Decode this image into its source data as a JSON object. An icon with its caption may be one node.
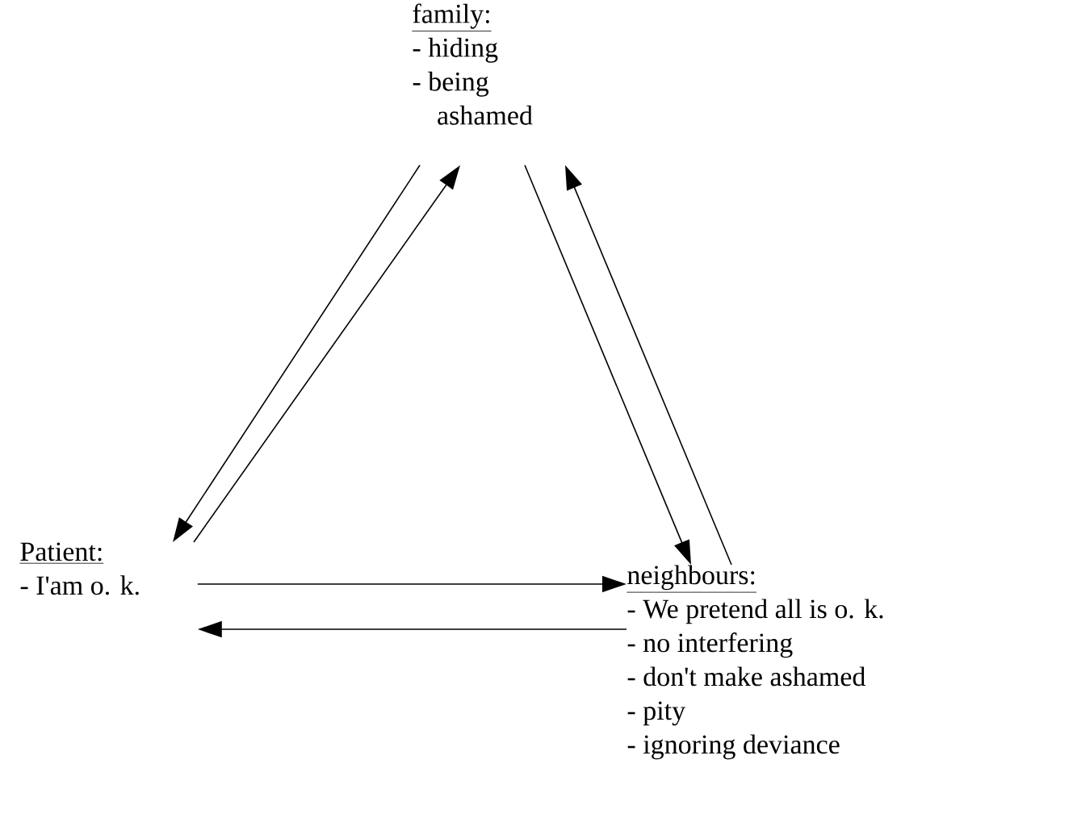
{
  "diagram": {
    "nodes": [
      {
        "text": [
          "family:",
          "- hiding",
          "- being ashamed"
        ]
      },
      {
        "text": [
          "Patient:",
          "- I'am o. k."
        ]
      },
      {
        "text": [
          "neighbours:",
          "- We pretend all is o. k.",
          "- no interfering",
          "- don't make ashamed",
          "- pity",
          "- ignoring deviance"
        ]
      }
    ],
    "edges": [
      {
        "from": 0,
        "to": 1,
        "arrow": "to"
      },
      {
        "from": 1,
        "to": 0,
        "arrow": "to"
      },
      {
        "from": 0,
        "to": 2,
        "arrow": "to"
      },
      {
        "from": 2,
        "to": 0,
        "arrow": "to"
      },
      {
        "from": 1,
        "to": 2,
        "arrow": "to"
      },
      {
        "from": 2,
        "to": 1,
        "arrow": "to"
      }
    ]
  }
}
